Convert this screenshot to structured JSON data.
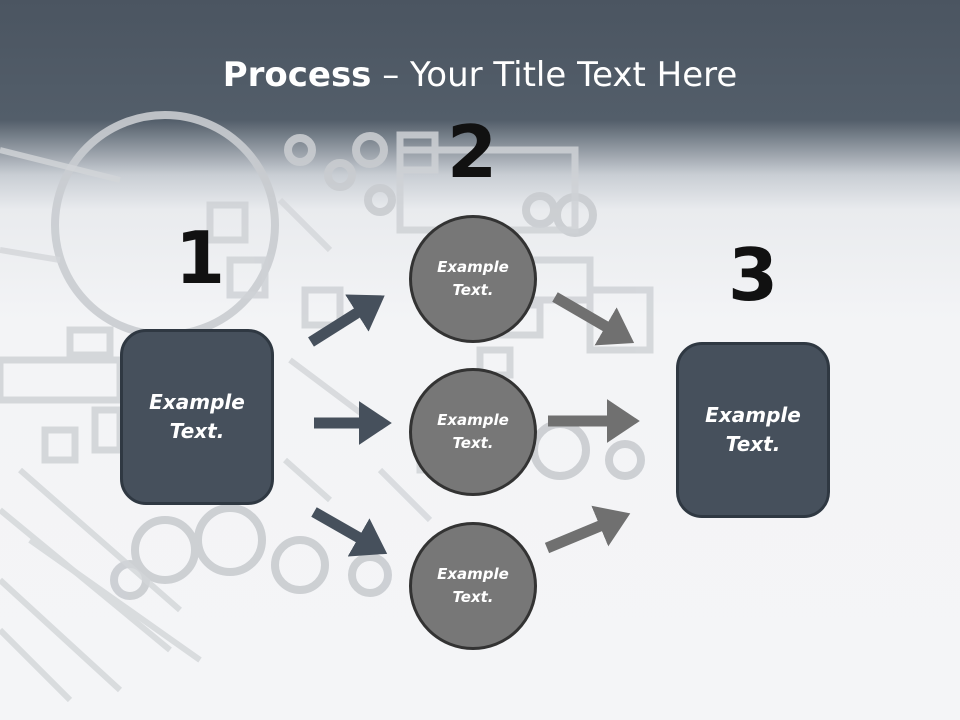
{
  "title": {
    "bold": "Process",
    "rest": " – Your Title Text Here"
  },
  "steps": {
    "n1": "1",
    "n2": "2",
    "n3": "3"
  },
  "boxes": {
    "left": [
      "Example",
      "Text."
    ],
    "right": [
      "Example",
      "Text."
    ]
  },
  "circles": {
    "top": [
      "Example",
      "Text."
    ],
    "middle": [
      "Example",
      "Text."
    ],
    "bottom": [
      "Example",
      "Text."
    ]
  },
  "colors": {
    "header": "#4b5561",
    "box_fill": "#46505c",
    "circle_fill": "#777777",
    "arrow_dark": "#46505c",
    "arrow_gray": "#707070"
  }
}
